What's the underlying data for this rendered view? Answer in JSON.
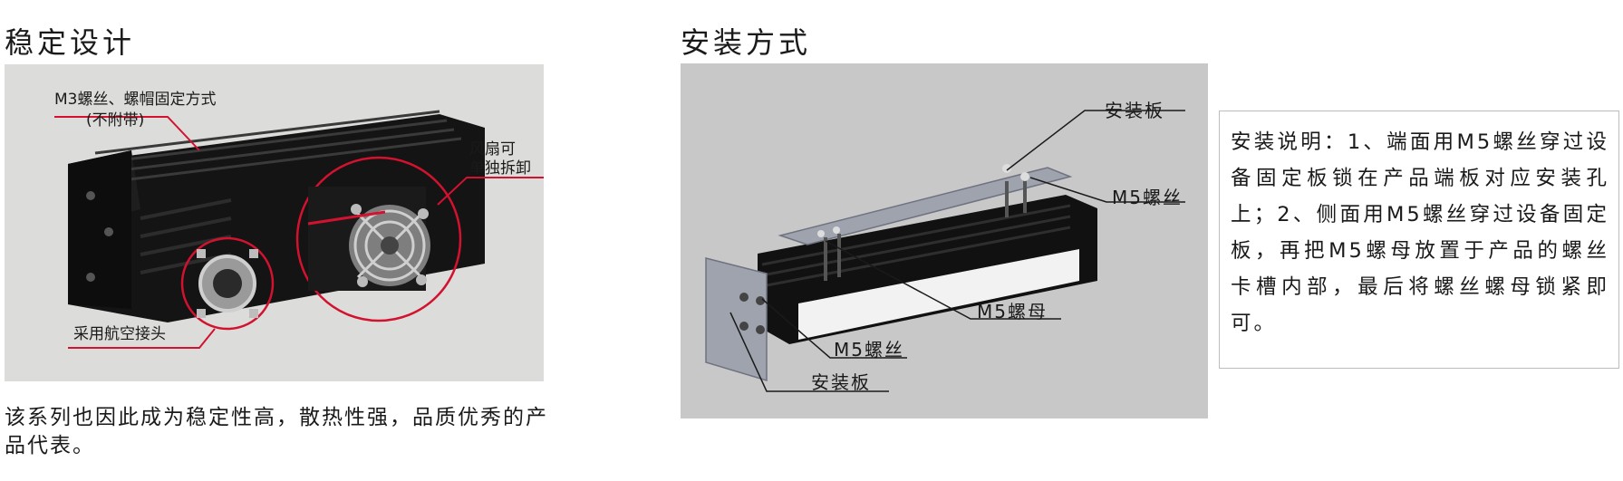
{
  "left": {
    "title": "稳定设计",
    "callouts": {
      "m3_line1": "M3螺丝、螺帽固定方式",
      "m3_line2": "(不附带)",
      "fan_line1": "风扇可",
      "fan_line2": "单独拆卸",
      "aviation": "采用航空接头"
    },
    "description": "该系列也因此成为稳定性高，散热性强，品质优秀的产品代表。"
  },
  "right": {
    "title": "安装方式",
    "labels": {
      "board_top": "安装板",
      "m5_screw_right": "M5螺丝",
      "m5_nut": "M5螺母",
      "m5_screw_left": "M5螺丝",
      "board_bottom": "安装板"
    },
    "instructions": "安装说明：1、端面用M5螺丝穿过设备固定板锁在产品端板对应安装孔上；2、侧面用M5螺丝穿过设备固定板，再把M5螺母放置于产品的螺丝卡槽内部，最后将螺丝螺母锁紧即可。"
  },
  "colors": {
    "callout_line": "#d2122e",
    "photo_bg": "#dcdcda",
    "diagram_bg": "#c8c8c8",
    "box_border": "#bdbdbd"
  }
}
